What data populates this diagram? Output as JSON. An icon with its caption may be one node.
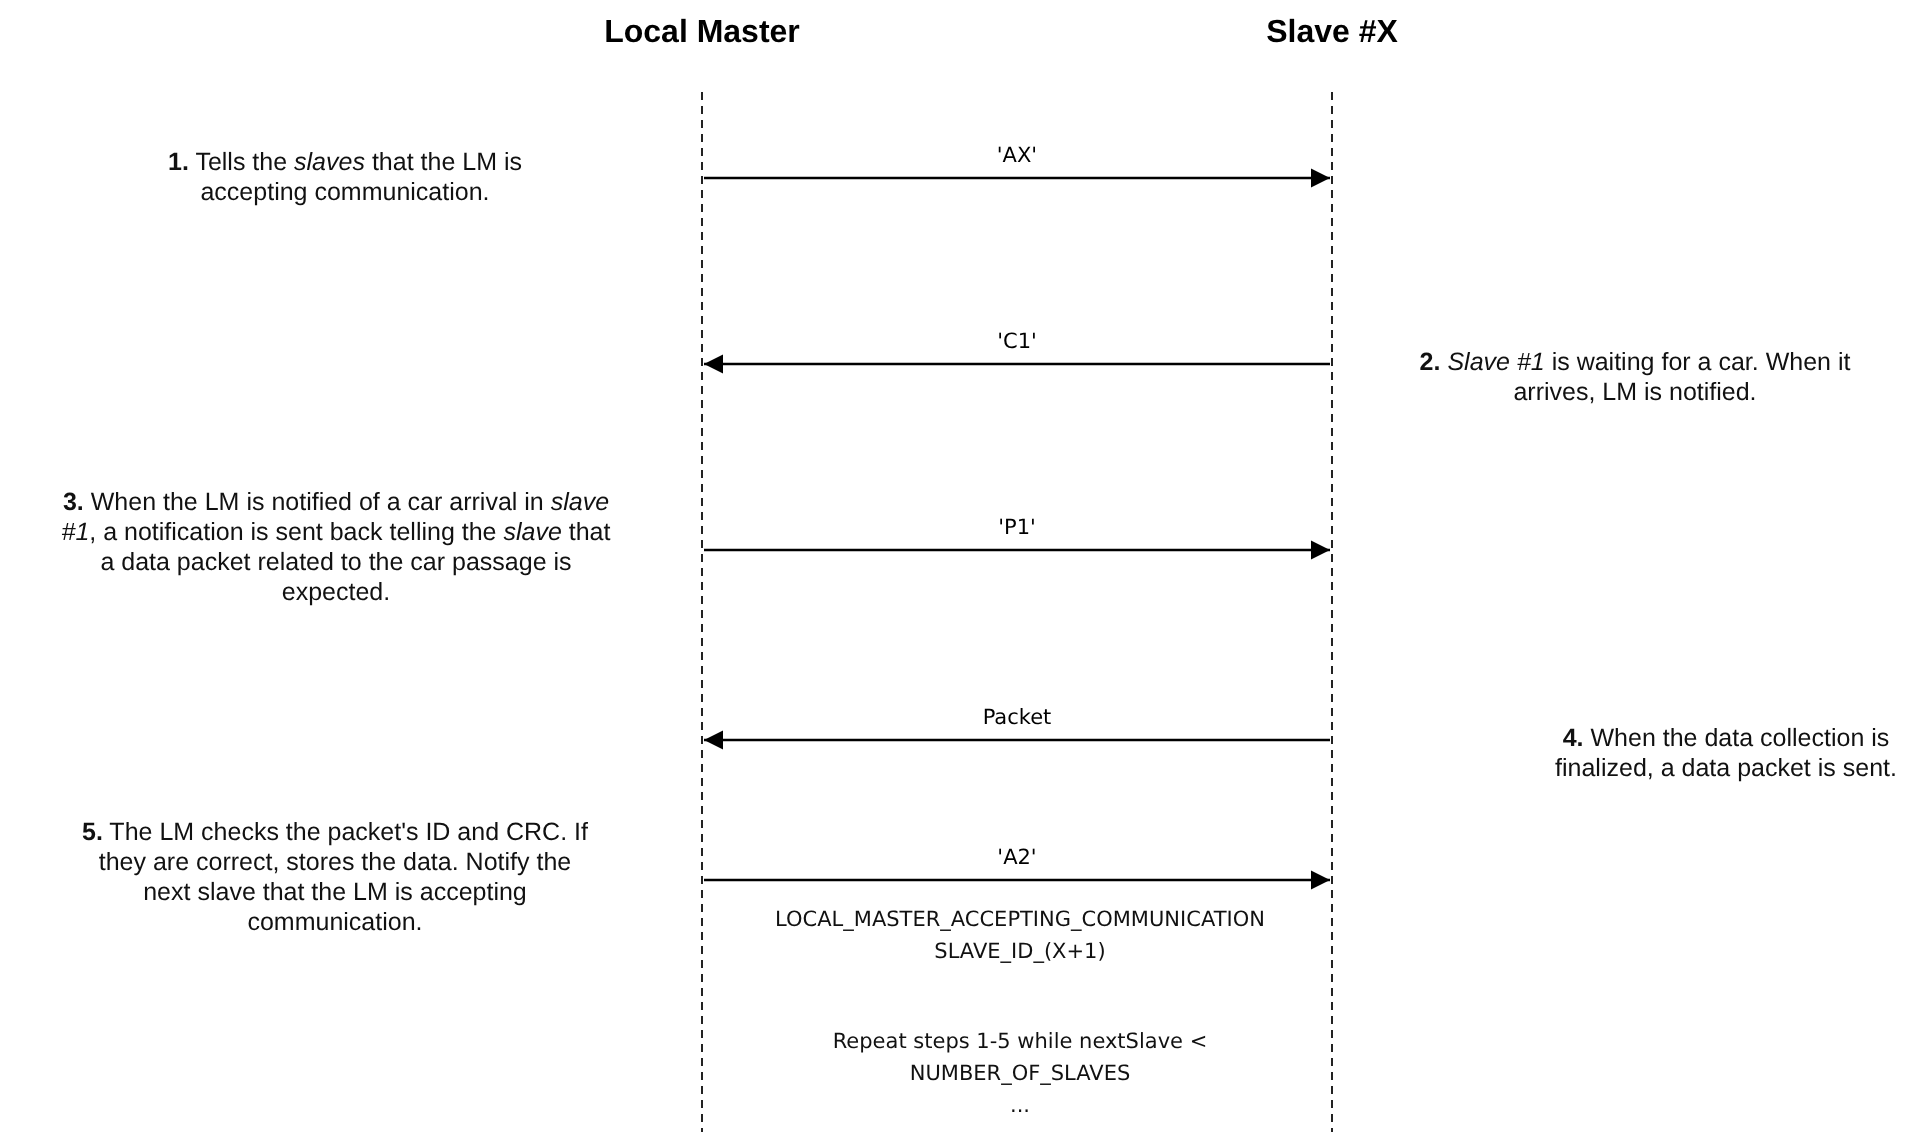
{
  "diagram": {
    "nodes": [
      {
        "text": [
          "Local Master"
        ]
      },
      {
        "text": [
          "Slave #X"
        ]
      }
    ],
    "edges": [
      {
        "from": 0,
        "to": 1,
        "arrow": "to",
        "label": "'AX'"
      },
      {
        "from": 1,
        "to": 0,
        "arrow": "to",
        "label": "'C1'"
      },
      {
        "from": 0,
        "to": 1,
        "arrow": "to",
        "label": "'P1'"
      },
      {
        "from": 1,
        "to": 0,
        "arrow": "to",
        "label": "Packet"
      },
      {
        "from": 0,
        "to": 1,
        "arrow": "to",
        "label": "'A2'"
      }
    ],
    "labels": [
      "**1.** Tells the *slaves* that the LM is accepting communication.",
      "**2.** *Slave #1* is waiting for a car. When it arrives, LM is notified.",
      "**3.** When the LM is notified of a car arrival in *slave #1*, a notification is sent back telling the *slave* that a data packet related to the car passage is expected.",
      "**4.** When the data collection is finalized, a data packet is sent.",
      "**5.** The LM checks the packet's ID and CRC. If they are correct, stores the data. Notify the next slave that the LM is accepting communication.",
      "LOCAL_MASTER_ACCEPTING_COMMUNICATION SLAVE_ID_(X+1)",
      "Repeat steps 1-5 while nextSlave < NUMBER_OF_SLAVES",
      "..."
    ]
  }
}
